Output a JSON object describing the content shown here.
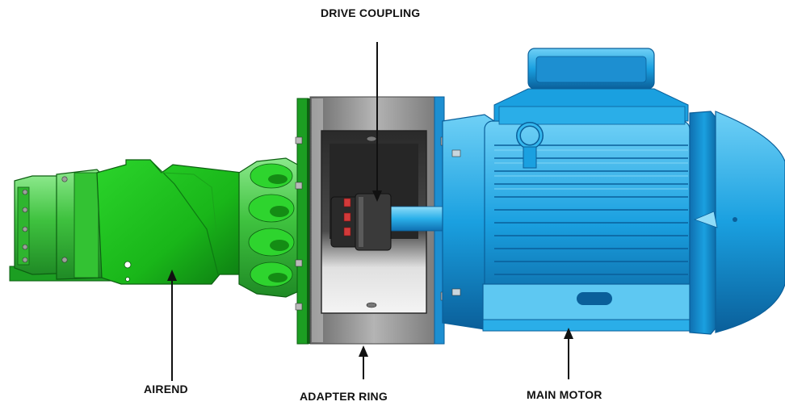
{
  "callouts": {
    "drive_coupling": "DRIVE COUPLING",
    "airend": "AIREND",
    "adapter_ring": "ADAPTER RING",
    "main_motor": "MAIN MOTOR"
  },
  "colors": {
    "airend": "#3fc23f",
    "airend_dark": "#1f8a25",
    "adapter_ring": "#9a9a9a",
    "adapter_dark": "#3c3c3c",
    "coupling": "#2a2a2a",
    "coupling_insert": "#d23a3a",
    "motor": "#1aa0e0",
    "motor_dark": "#0a5f9a",
    "motor_light": "#7fd4f5",
    "arrow": "#111111"
  }
}
